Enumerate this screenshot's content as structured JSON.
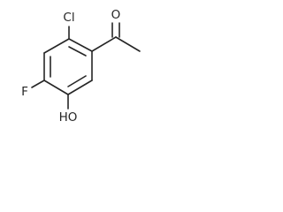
{
  "structure": {
    "atoms": [
      {
        "id": "cl",
        "label": "Cl"
      },
      {
        "id": "o_carbonyl",
        "label": "O"
      },
      {
        "id": "f",
        "label": "F"
      },
      {
        "id": "oh",
        "label": "HO"
      }
    ],
    "bonds": [
      {
        "from": "c1",
        "to": "c2",
        "order": 2
      },
      {
        "from": "c2",
        "to": "c3",
        "order": 1
      },
      {
        "from": "c3",
        "to": "c4",
        "order": 2
      },
      {
        "from": "c4",
        "to": "c5",
        "order": 1
      },
      {
        "from": "c5",
        "to": "c6",
        "order": 2
      },
      {
        "from": "c6",
        "to": "c1",
        "order": 1
      },
      {
        "from": "c2",
        "to": "cl",
        "order": 1
      },
      {
        "from": "c1",
        "to": "c_carbonyl",
        "order": 1
      },
      {
        "from": "c_carbonyl",
        "to": "o_carbonyl",
        "order": 2
      },
      {
        "from": "c_carbonyl",
        "to": "c_methyl",
        "order": 1
      },
      {
        "from": "c4",
        "to": "f",
        "order": 1
      },
      {
        "from": "c5",
        "to": "oh",
        "order": 1
      }
    ]
  }
}
